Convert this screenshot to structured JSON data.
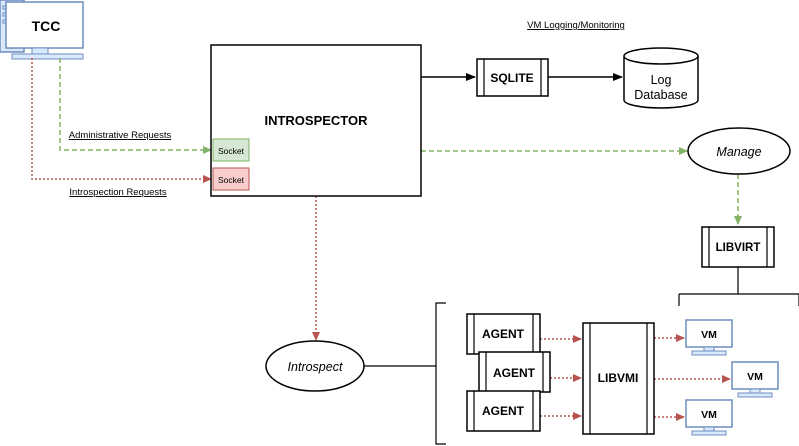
{
  "nodes": {
    "tcc": "TCC",
    "introspector": "INTROSPECTOR",
    "socket_admin": "Socket",
    "socket_introspect": "Socket",
    "sqlite": "SQLITE",
    "log_database": [
      "Log",
      "Database"
    ],
    "manage": "Manage",
    "libvirt": "LIBVIRT",
    "introspect": "Introspect",
    "agent_1": "AGENT",
    "agent_2": "AGENT",
    "agent_3": "AGENT",
    "libvmi": "LIBVMI",
    "vm_1": "VM",
    "vm_2": "VM",
    "vm_3": "VM"
  },
  "labels": {
    "vm_logging": "VM Logging/Monitoring",
    "admin_requests": "Administrative Requests",
    "introspection_requests": "Introspection Requests"
  },
  "colors": {
    "admin_line": "#82b366",
    "introspect_line": "#b85450",
    "socket_admin_fill": "#d5e8d4",
    "socket_admin_stroke": "#82b366",
    "socket_introspect_fill": "#f8cecc",
    "socket_introspect_stroke": "#b85450",
    "computer_fill": "#dae8fc",
    "computer_stroke": "#6c8ebf"
  }
}
